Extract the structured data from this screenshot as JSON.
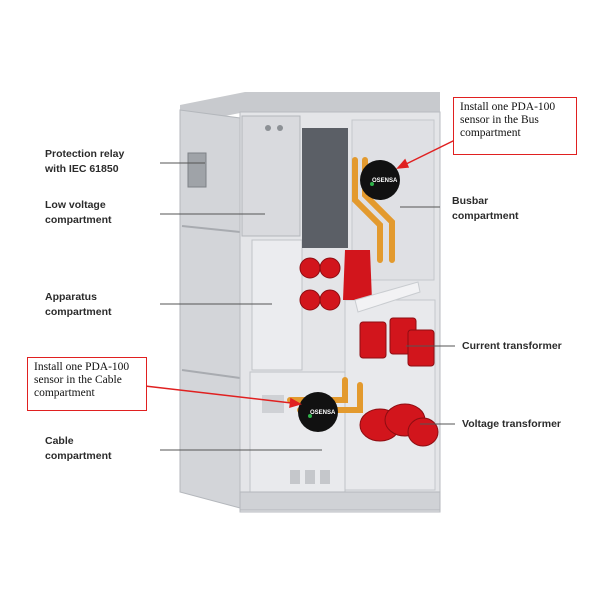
{
  "labels": {
    "protection_relay": [
      "Protection relay",
      "with IEC 61850"
    ],
    "low_voltage": [
      "Low voltage",
      "compartment"
    ],
    "apparatus": [
      "Apparatus",
      "compartment"
    ],
    "cable": [
      "Cable",
      "compartment"
    ],
    "busbar": [
      "Busbar",
      "compartment"
    ],
    "current_transformer": [
      "Current transformer"
    ],
    "voltage_transformer": [
      "Voltage transformer"
    ]
  },
  "callouts": {
    "bus": [
      "Install one PDA-100",
      "sensor in the Bus",
      "compartment"
    ],
    "cable": [
      "Install one PDA-100",
      "sensor in the Cable",
      "compartment"
    ]
  },
  "sensor_brand": "OSENSA",
  "colors": {
    "callout_border": "#e02020",
    "component_red": "#d2151c",
    "busbar_orange": "#e39a2e",
    "cabinet_gray": "#d7d8dc",
    "sensor_body": "#111111"
  }
}
